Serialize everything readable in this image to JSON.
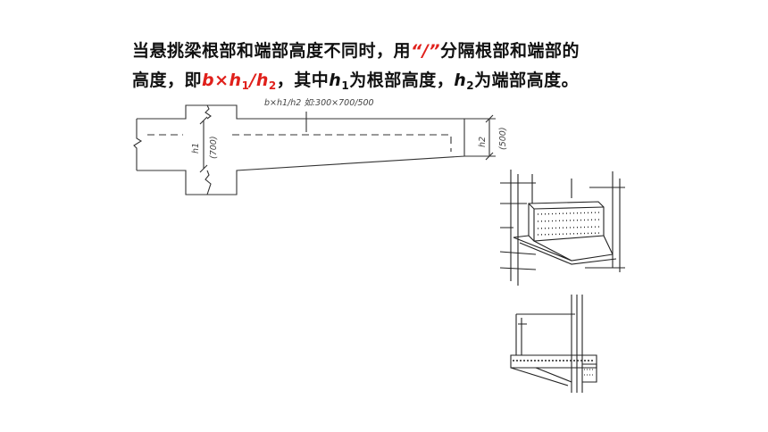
{
  "text": {
    "line1_a": "当悬挑梁根部和端部高度不同时，用",
    "quote_open": "“",
    "slash": "/",
    "quote_close": "”",
    "line1_b": "分隔根部和端部的",
    "line2_a": "高度，即",
    "formula_b": "b",
    "formula_times": "×",
    "formula_h": "h",
    "formula_1": "1",
    "formula_slash": "/",
    "formula_h2": "h",
    "formula_2": "2",
    "line2_b": "，其中",
    "h1_h": "h",
    "h1_sub": "1",
    "line2_c": "为根部高度，",
    "h2_h": "h",
    "h2_sub": "2",
    "line2_d": "为端部高度。"
  },
  "diagram": {
    "annotation": "b×h1/h2 如:300×700/500",
    "h1_label": "h1",
    "h1_value": "(700)",
    "h2_label": "h2",
    "h2_value": "(500)"
  }
}
